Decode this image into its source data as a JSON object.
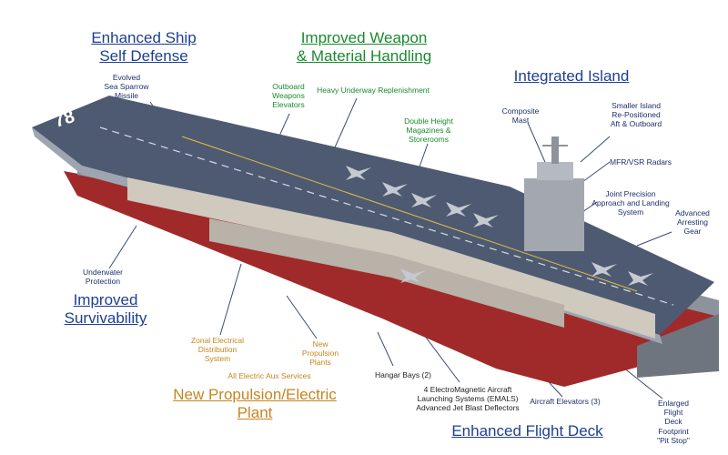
{
  "headings": {
    "self_defense": "Enhanced Ship\nSelf Defense",
    "weapon_handling": "Improved Weapon\n& Material Handling",
    "island": "Integrated Island",
    "survivability": "Improved\nSurvivability",
    "propulsion": "New Propulsion/Electric\nPlant",
    "flight_deck": "Enhanced Flight Deck"
  },
  "callouts": {
    "sea_sparrow": "Evolved\nSea Sparrow\nMissile",
    "outboard_elevators": "Outboard\nWeapons\nElevators",
    "heavy_replenishment": "Heavy Underway Replenishment",
    "magazines": "Double Height\nMagazines &\nStorerooms",
    "composite_mast": "Composite\nMast",
    "smaller_island": "Smaller Island\nRe-Positioned\nAft & Outboard",
    "radars": "MFR/VSR Radars",
    "landing_system": "Joint Precision\nApproach and Landing\nSystem",
    "arresting_gear": "Advanced\nArresting\nGear",
    "underwater_protection": "Underwater\nProtection",
    "zonal_electrical": "Zonal Electrical\nDistribution\nSystem",
    "propulsion_plants": "New\nPropulsion\nPlants",
    "aux_services": "All Electric Aux Services",
    "hangar_bays": "Hangar Bays (2)",
    "emals": "4 ElectroMagnetic Aircraft\nLaunching Systems (EMALS)\nAdvanced Jet Blast Deflectors",
    "aircraft_elevators": "Aircraft Elevators (3)",
    "footprint": "Enlarged\nFlight\nDeck\nFootprint\n\"Pit Stop\""
  },
  "hull_number": "78",
  "colors": {
    "heading_blue": "#1f3f8f",
    "heading_green": "#1a8a2e",
    "heading_orange": "#c8841e",
    "deck": "#4e5a72",
    "hull_red": "#a02a2a",
    "hull_gray": "#8d939c"
  }
}
